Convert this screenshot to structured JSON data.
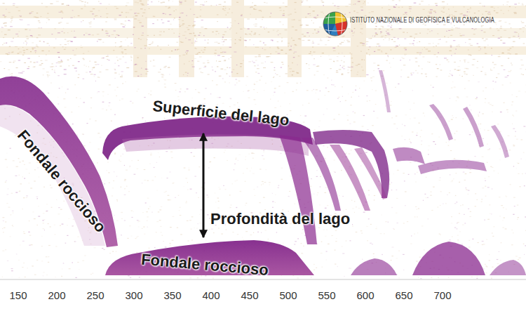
{
  "diagram": {
    "labels": [
      "ISTITUTO NAZIONALE DI GEOFISICA E VULCANOLOGIA",
      "Fondale roccioso",
      "Superficie del lago",
      "Profondità del lago",
      "Fondale roccioso",
      "150",
      "200",
      "250",
      "300",
      "350",
      "400",
      "450",
      "500",
      "550",
      "600",
      "650",
      "700"
    ]
  }
}
